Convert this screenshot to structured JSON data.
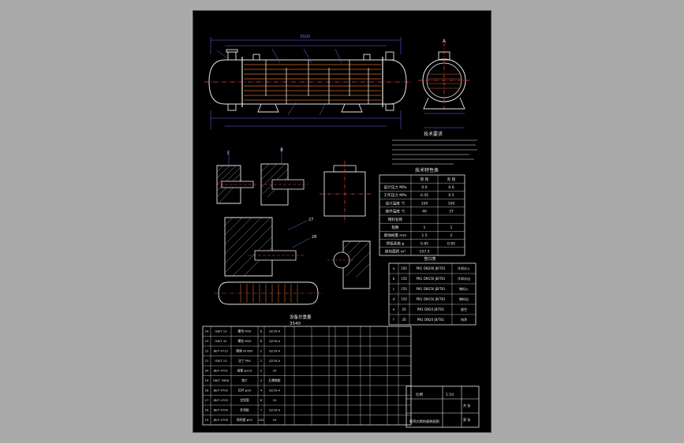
{
  "drawing": {
    "top_dimension": "6500",
    "side_view_label": "A",
    "detail_labels": [
      "I",
      "II"
    ],
    "detail_leader_numbers": [
      "27",
      "28"
    ],
    "tech_req_title": "技术要求",
    "total_weight_label": "设备总重量",
    "total_weight_value": "3540",
    "colors": {
      "background": "#000000",
      "outline": "#e8e8e8",
      "dimension": "#6b6bff",
      "centerline": "#ff3b3b",
      "tube": "#d46a2a",
      "hatch": "#bbbbbb",
      "page": "#a9a9a9"
    }
  },
  "tech_table": {
    "title": "技术特性表",
    "header": [
      "",
      "管 程",
      "壳 程"
    ],
    "rows": [
      [
        "设计压力 MPa",
        "0.6",
        "0.6"
      ],
      [
        "工作压力 MPa",
        "0.45",
        "0.5"
      ],
      [
        "设计温度 ℃",
        "100",
        "100"
      ],
      [
        "操作温度 ℃",
        "40",
        "37"
      ],
      [
        "物料名称",
        "",
        ""
      ],
      [
        "程数",
        "1",
        "1"
      ],
      [
        "腐蚀裕量 mm",
        "1.5",
        "2"
      ],
      [
        "焊接系数 φ",
        "0.85",
        "0.85"
      ],
      [
        "换热面积 m²",
        "107.5",
        ""
      ]
    ]
  },
  "nozzle_table": {
    "title": "管口表",
    "rows": [
      [
        "a",
        "200",
        "PN1 DN200 JB/T81",
        "冷却水入"
      ],
      [
        "b",
        "150",
        "PN1 DN150 JB/T81",
        "冷却水出"
      ],
      [
        "c",
        "150",
        "PN1 DN150 JB/T81",
        "物料入"
      ],
      [
        "d",
        "150",
        "PN1 DN150 JB/T81",
        "物料出"
      ],
      [
        "e",
        "20",
        "PN1 DN20 JB/T81",
        "放空"
      ],
      [
        "f",
        "20",
        "PN1 DN20 JB/T81",
        "排净"
      ]
    ]
  },
  "parts": {
    "rows": [
      [
        "24",
        "GB/T 13",
        "螺母 M20",
        "8",
        "Q235-A",
        "",
        "",
        "",
        "",
        "",
        "",
        "",
        "",
        "",
        ""
      ],
      [
        "23",
        "GB/T 41",
        "螺栓 M20",
        "8",
        "Q235-A",
        "",
        "",
        "",
        "",
        "",
        "",
        "",
        "",
        "",
        ""
      ],
      [
        "22",
        "JB/T 4712",
        "鞍座 BI 800",
        "2",
        "Q235-A",
        "",
        "",
        "",
        "",
        "",
        "",
        "",
        "",
        "",
        ""
      ],
      [
        "21",
        "GB/T 13",
        "法兰 PN1",
        "2",
        "Q235-A",
        "",
        "",
        "",
        "",
        "",
        "",
        "",
        "",
        "",
        ""
      ],
      [
        "20",
        "JB/T 4701",
        "接管 φ219",
        "2",
        "20",
        "",
        "",
        "",
        "",
        "",
        "",
        "",
        "",
        "",
        ""
      ],
      [
        "19",
        "GB/T 3906",
        "垫片",
        "4",
        "石棉橡胶",
        "",
        "",
        "",
        "",
        "",
        "",
        "",
        "",
        "",
        ""
      ],
      [
        "18",
        "JB/T 4702",
        "拉杆 φ16",
        "4",
        "Q235-A",
        "",
        "",
        "",
        "",
        "",
        "",
        "",
        "",
        "",
        ""
      ],
      [
        "17",
        "JB/T 4703",
        "定距管",
        "8",
        "10",
        "",
        "",
        "",
        "",
        "",
        "",
        "",
        "",
        "",
        ""
      ],
      [
        "16",
        "JB/T 4704",
        "折流板",
        "7",
        "Q235-A",
        "",
        "",
        "",
        "",
        "",
        "",
        "",
        "",
        "",
        ""
      ],
      [
        "15",
        "JB/T 4705",
        "换热管 φ25",
        "242",
        "10",
        "",
        "",
        "",
        "",
        "",
        "",
        "",
        "",
        "",
        ""
      ]
    ]
  },
  "title_block": {
    "labels": [
      "比例",
      "1:10",
      "共 张",
      "第 张"
    ],
    "drawing_name": "管壳式换热器装配图"
  }
}
